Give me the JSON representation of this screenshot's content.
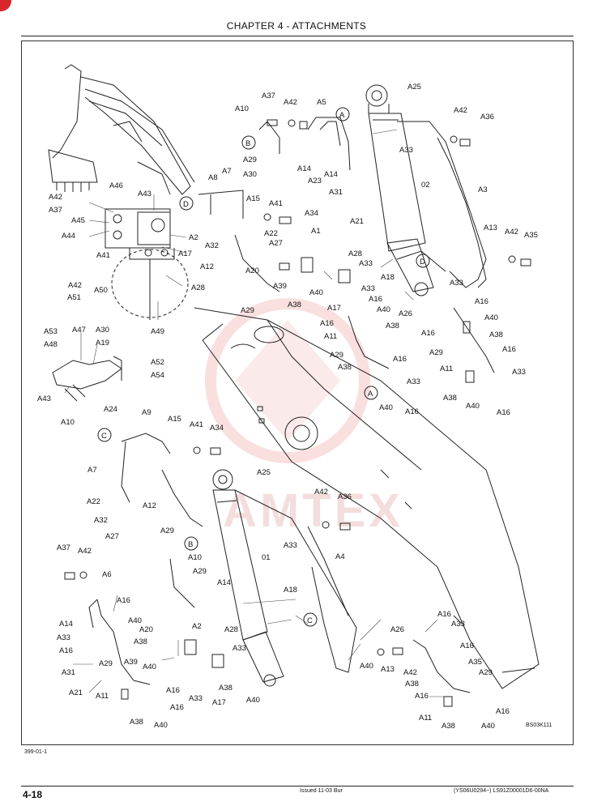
{
  "header": {
    "chapter": "CHAPTER 4 - ATTACHMENTS"
  },
  "figure_ref": "399-01-1",
  "drawing_code": "BS03K111",
  "watermark": {
    "text": "AMTEX"
  },
  "footer": {
    "page": "4-18",
    "issued": "Issued 11-03   Bur",
    "part": "(YS06U0294~)   LS91Z00001D6-00NA"
  },
  "callouts": [
    {
      "id": "c1",
      "text": "A"
    },
    {
      "id": "c2",
      "text": "B"
    },
    {
      "id": "c3",
      "text": "D"
    },
    {
      "id": "c4",
      "text": "D"
    },
    {
      "id": "c5",
      "text": "A"
    },
    {
      "id": "c6",
      "text": "C"
    },
    {
      "id": "c7",
      "text": "B"
    },
    {
      "id": "c8",
      "text": "C"
    }
  ],
  "labels": [
    "A42",
    "A37",
    "A45",
    "A44",
    "A46",
    "A43",
    "A2",
    "A17",
    "A42",
    "A41",
    "A50",
    "A51",
    "A28",
    "A49",
    "A52",
    "A54",
    "A53",
    "A47",
    "A30",
    "A48",
    "A19",
    "A43",
    "A24",
    "A10",
    "A10",
    "A29",
    "A30",
    "A37",
    "A42",
    "A5",
    "A14",
    "A14",
    "A23",
    "A8",
    "A7",
    "A15",
    "A41",
    "A34",
    "A22",
    "A32",
    "A27",
    "A12",
    "A20",
    "A39",
    "A38",
    "A40",
    "A1",
    "A17",
    "A31",
    "A21",
    "A28",
    "A33",
    "A29",
    "A25",
    "02",
    "A3",
    "A33",
    "A42",
    "A36",
    "A13",
    "A42",
    "A35",
    "A18",
    "A33",
    "A16",
    "A40",
    "A26",
    "A16",
    "A11",
    "A38",
    "A29",
    "A16",
    "A38",
    "A33",
    "A40",
    "A16",
    "A33",
    "A16",
    "A40",
    "A16",
    "A38",
    "A29",
    "A11",
    "A16",
    "A38",
    "A40",
    "A16",
    "A33",
    "A9",
    "A15",
    "A41",
    "A34",
    "A7",
    "A22",
    "A32",
    "A27",
    "A12",
    "A29",
    "A25",
    "A42",
    "A36",
    "A33",
    "01",
    "A10",
    "A29",
    "A4",
    "A37",
    "A42",
    "A6",
    "A14",
    "A33",
    "A16",
    "A16",
    "A40",
    "A20",
    "A38",
    "A39",
    "A40",
    "A2",
    "A28",
    "A33",
    "A14",
    "A18",
    "A31",
    "A29",
    "A21",
    "A11",
    "A16",
    "A38",
    "A40",
    "A16",
    "A33",
    "A38",
    "A17",
    "A40",
    "A26",
    "A16",
    "A33",
    "A16",
    "A40",
    "A13",
    "A42",
    "A35",
    "A38",
    "A29",
    "A16",
    "A11",
    "A38",
    "A40",
    "A16",
    "A33"
  ]
}
